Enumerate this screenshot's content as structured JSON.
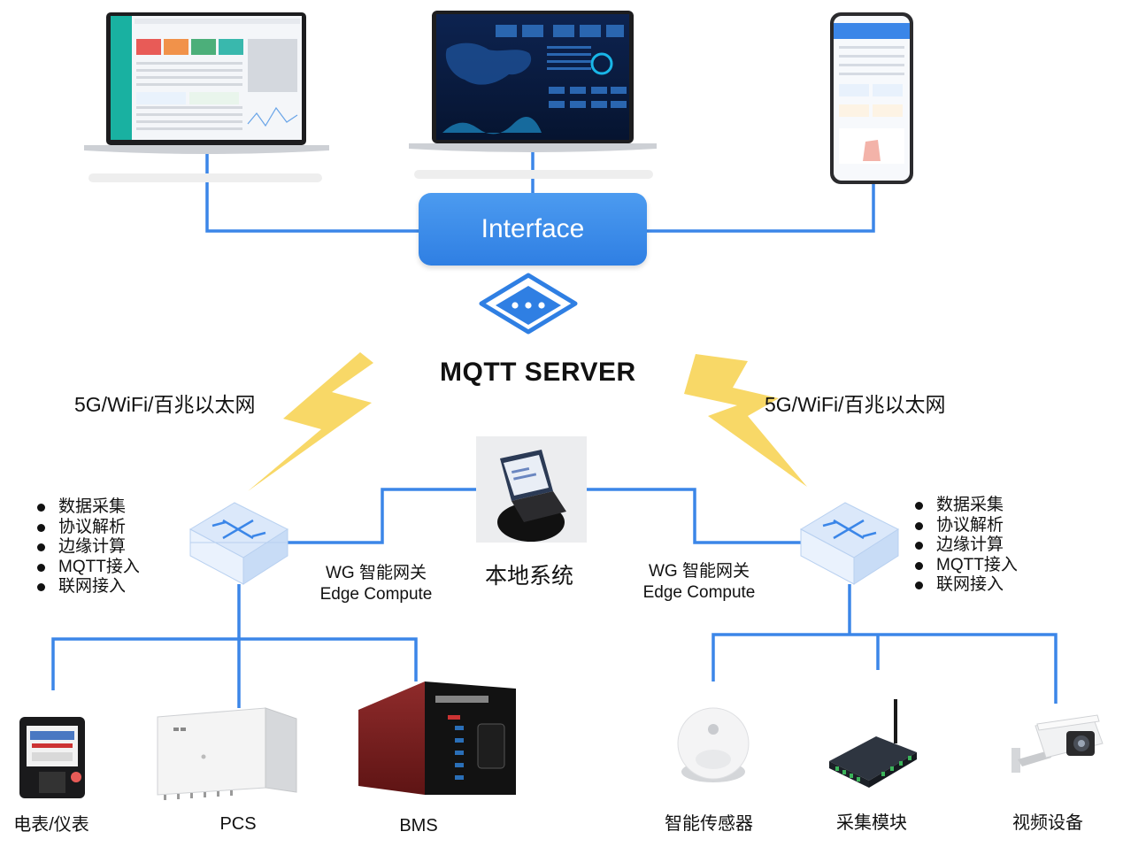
{
  "interface_label": "Interface",
  "server_label": "MQTT SERVER",
  "network_left": "5G/WiFi/百兆以太网",
  "network_right": "5G/WiFi/百兆以太网",
  "local_system_label": "本地系统",
  "gateway_left": {
    "line1": "WG 智能网关",
    "line2": "Edge Compute"
  },
  "gateway_right": {
    "line1": "WG 智能网关",
    "line2": "Edge Compute"
  },
  "features_left": [
    "数据采集",
    "协议解析",
    "边缘计算",
    "MQTT接入",
    "联网接入"
  ],
  "features_right": [
    "数据采集",
    "协议解析",
    "边缘计算",
    "MQTT接入",
    "联网接入"
  ],
  "devices_left": [
    "电表/仪表",
    "PCS",
    "BMS"
  ],
  "devices_right": [
    "智能传感器",
    "采集模块",
    "视频设备"
  ],
  "colors": {
    "line": "#3b86e8",
    "interface": "#3a8ae8",
    "lightning": "#f8d867",
    "server_logo": "#2f7fe3"
  }
}
